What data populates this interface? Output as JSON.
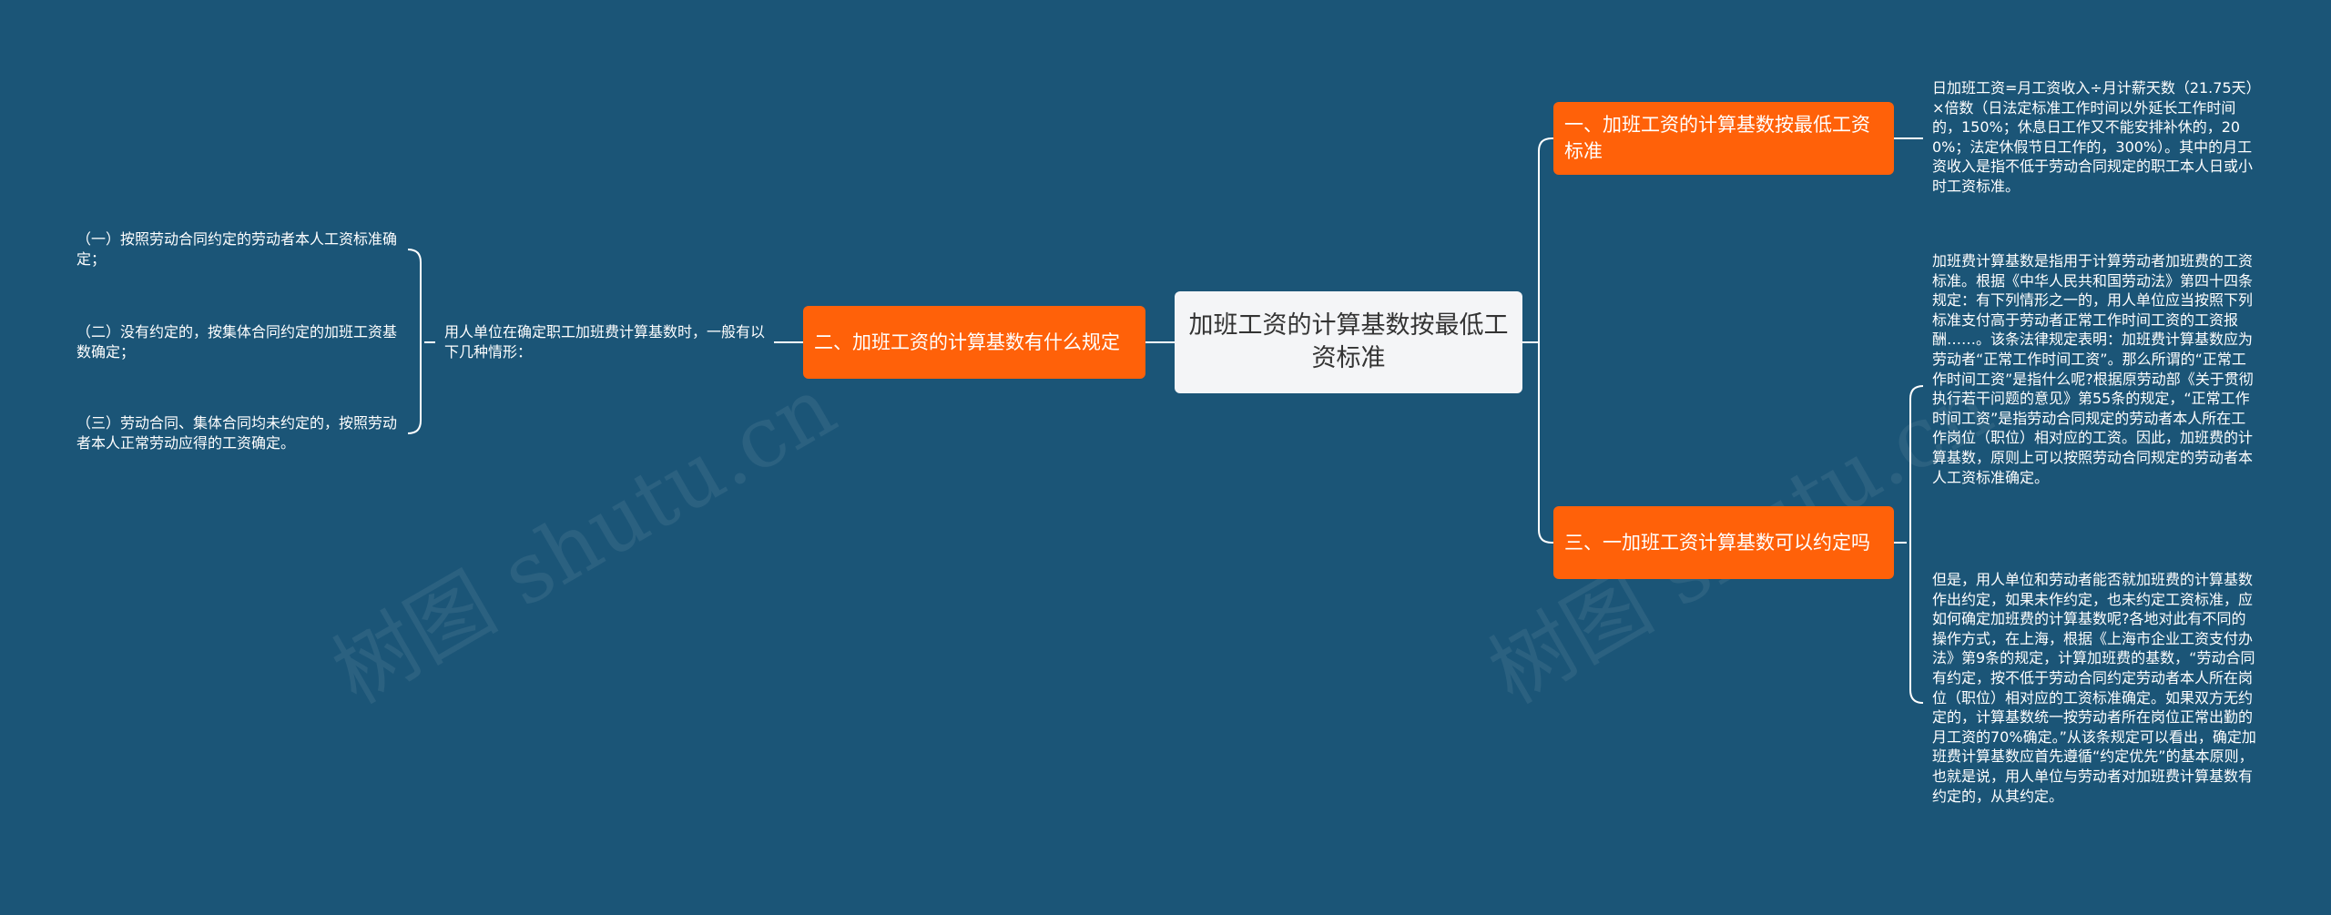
{
  "center": {
    "title": "加班工资的计算基数按最低工资标准"
  },
  "branches": [
    {
      "label": "一、加班工资的计算基数按最低工资标准",
      "leaves": [
        "日加班工资=月工资收入÷月计薪天数（21.75天）×倍数（日法定标准工作时间以外延长工作时间的，150%；休息日工作又不能安排补休的，200%；法定休假节日工作的，300%）。其中的月工资收入是指不低于劳动合同规定的职工本人日或小时工资标准。"
      ]
    },
    {
      "label": "二、加班工资的计算基数有什么规定",
      "intermediate": "用人单位在确定职工加班费计算基数时，一般有以下几种情形：",
      "leaves": [
        "（一）按照劳动合同约定的劳动者本人工资标准确定；",
        "（二）没有约定的，按集体合同约定的加班工资基数确定；",
        "（三）劳动合同、集体合同均未约定的，按照劳动者本人正常劳动应得的工资确定。"
      ]
    },
    {
      "label": "三、一加班工资计算基数可以约定吗",
      "leaves": [
        "加班费计算基数是指用于计算劳动者加班费的工资标准。根据《中华人民共和国劳动法》第四十四条规定：有下列情形之一的，用人单位应当按照下列标准支付高于劳动者正常工作时间工资的工资报酬……。该条法律规定表明：加班费计算基数应为劳动者“正常工作时间工资”。那么所谓的“正常工作时间工资”是指什么呢?根据原劳动部《关于贯彻执行若干问题的意见》第55条的规定，“正常工作时间工资”是指劳动合同规定的劳动者本人所在工作岗位（职位）相对应的工资。因此，加班费的计算基数，原则上可以按照劳动合同规定的劳动者本人工资标准确定。",
        "但是，用人单位和劳动者能否就加班费的计算基数作出约定，如果未作约定，也未约定工资标准，应如何确定加班费的计算基数呢?各地对此有不同的操作方式，在上海，根据《上海市企业工资支付办法》第9条的规定，计算加班费的基数，“劳动合同有约定，按不低于劳动合同约定劳动者本人所在岗位（职位）相对应的工资标准确定。如果双方无约定的，计算基数统一按劳动者所在岗位正常出勤的月工资的70%确定。”从该条规定可以看出，确定加班费计算基数应首先遵循“约定优先”的基本原则，也就是说，用人单位与劳动者对加班费计算基数有约定的，从其约定。"
      ]
    }
  ],
  "watermark": "树图 shutu.cn",
  "colors": {
    "background": "#1b5577",
    "branch": "#ff6109",
    "center_bg": "#f4f5f7",
    "line": "#ffffff"
  }
}
